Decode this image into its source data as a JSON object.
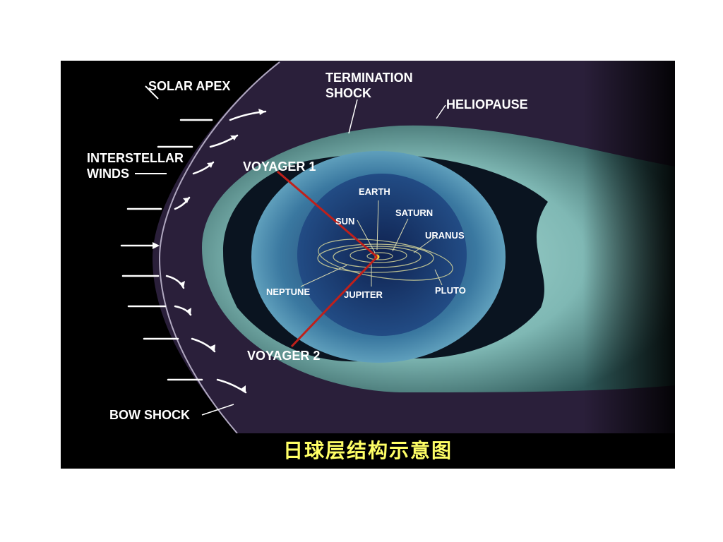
{
  "diagram": {
    "labels": {
      "solar_apex": "SOLAR APEX",
      "termination_shock_line1": "TERMINATION",
      "termination_shock_line2": "SHOCK",
      "heliopause": "HELIOPAUSE",
      "interstellar_winds_line1": "INTERSTELLAR",
      "interstellar_winds_line2": "WINDS",
      "voyager1": "VOYAGER 1",
      "voyager2": "VOYAGER 2",
      "earth": "EARTH",
      "sun": "SUN",
      "saturn": "SATURN",
      "uranus": "URANUS",
      "neptune": "NEPTUNE",
      "jupiter": "JUPITER",
      "pluto": "PLUTO",
      "bow_shock": "BOW SHOCK"
    },
    "colors": {
      "background": "#000000",
      "heliosheath": "#7fb8b4",
      "termination_region": "#3f7f9f",
      "inner_region": "#1f3f6f",
      "bow_shock_region": "#2a1f3a",
      "voyager_path": "#c0201a",
      "label": "#ffffff"
    }
  },
  "caption": {
    "text": "日球层结构示意图",
    "color": "#ffff66"
  }
}
